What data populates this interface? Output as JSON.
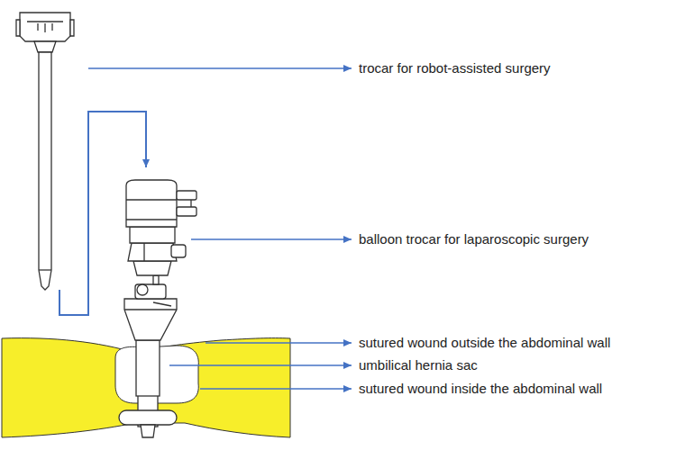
{
  "diagram": {
    "labels": [
      "trocar for robot-assisted surgery",
      "balloon trocar for laparoscopic surgery",
      "sutured wound outside the abdominal wall",
      "umbilical hernia sac",
      "sutured wound inside the abdominal wall"
    ]
  }
}
